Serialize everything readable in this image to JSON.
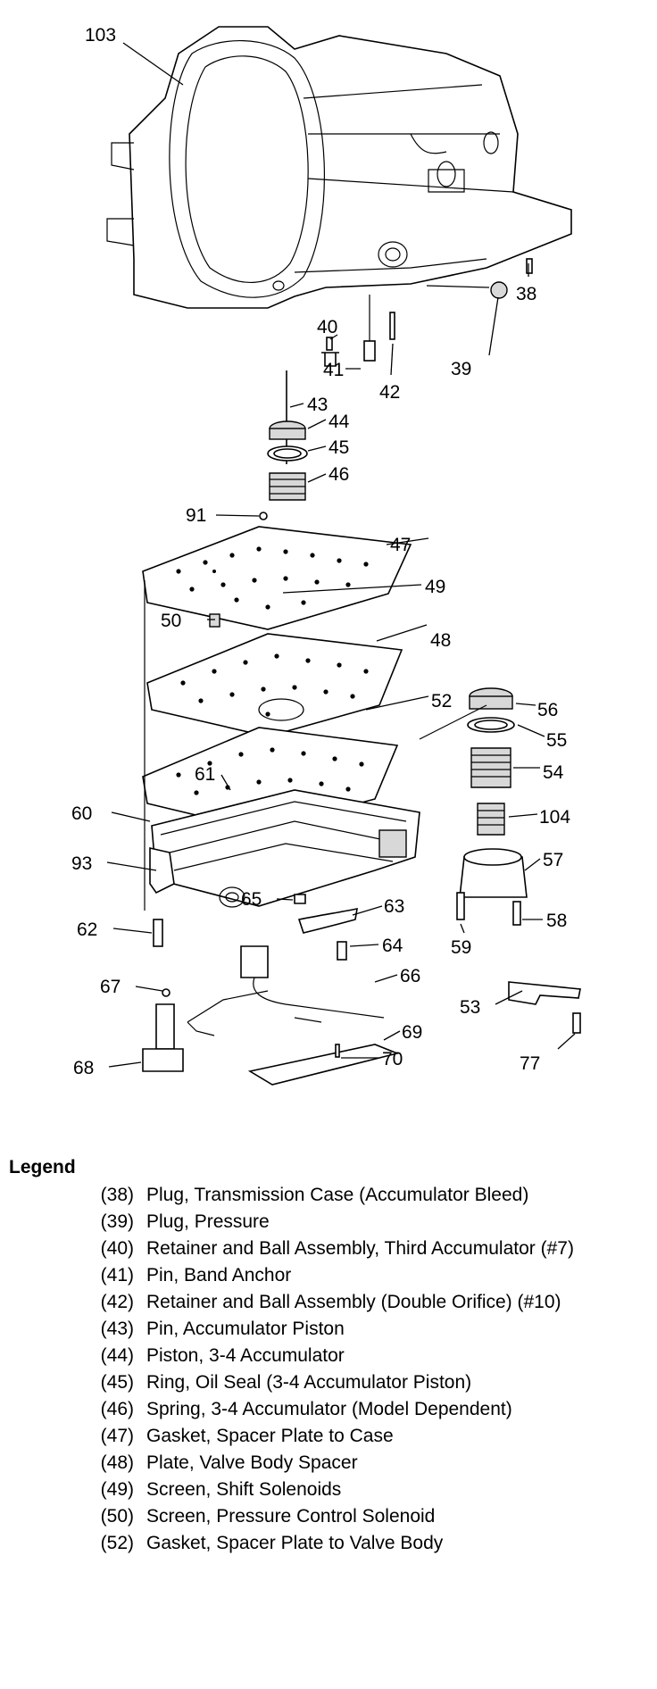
{
  "diagram": {
    "callouts": [
      "103",
      "38",
      "39",
      "40",
      "41",
      "42",
      "43",
      "44",
      "45",
      "46",
      "91",
      "47",
      "49",
      "50",
      "48",
      "52",
      "56",
      "55",
      "54",
      "104",
      "61",
      "60",
      "57",
      "93",
      "63",
      "65",
      "58",
      "62",
      "64",
      "59",
      "66",
      "67",
      "53",
      "69",
      "68",
      "70",
      "77"
    ]
  },
  "legend": {
    "title": "Legend",
    "items": [
      {
        "num": "(38)",
        "desc": "Plug, Transmission Case (Accumulator Bleed)"
      },
      {
        "num": "(39)",
        "desc": "Plug, Pressure"
      },
      {
        "num": "(40)",
        "desc": "Retainer and Ball Assembly, Third Accumulator (#7)"
      },
      {
        "num": "(41)",
        "desc": "Pin, Band Anchor"
      },
      {
        "num": "(42)",
        "desc": "Retainer and Ball Assembly (Double Orifice) (#10)"
      },
      {
        "num": "(43)",
        "desc": "Pin, Accumulator Piston"
      },
      {
        "num": "(44)",
        "desc": "Piston, 3-4 Accumulator"
      },
      {
        "num": "(45)",
        "desc": "Ring, Oil Seal (3-4 Accumulator Piston)"
      },
      {
        "num": "(46)",
        "desc": "Spring, 3-4 Accumulator (Model Dependent)"
      },
      {
        "num": "(47)",
        "desc": "Gasket, Spacer Plate to Case"
      },
      {
        "num": "(48)",
        "desc": "Plate, Valve Body Spacer"
      },
      {
        "num": "(49)",
        "desc": "Screen, Shift Solenoids"
      },
      {
        "num": "(50)",
        "desc": "Screen, Pressure Control Solenoid"
      },
      {
        "num": "(52)",
        "desc": "Gasket, Spacer Plate to Valve Body"
      }
    ]
  }
}
